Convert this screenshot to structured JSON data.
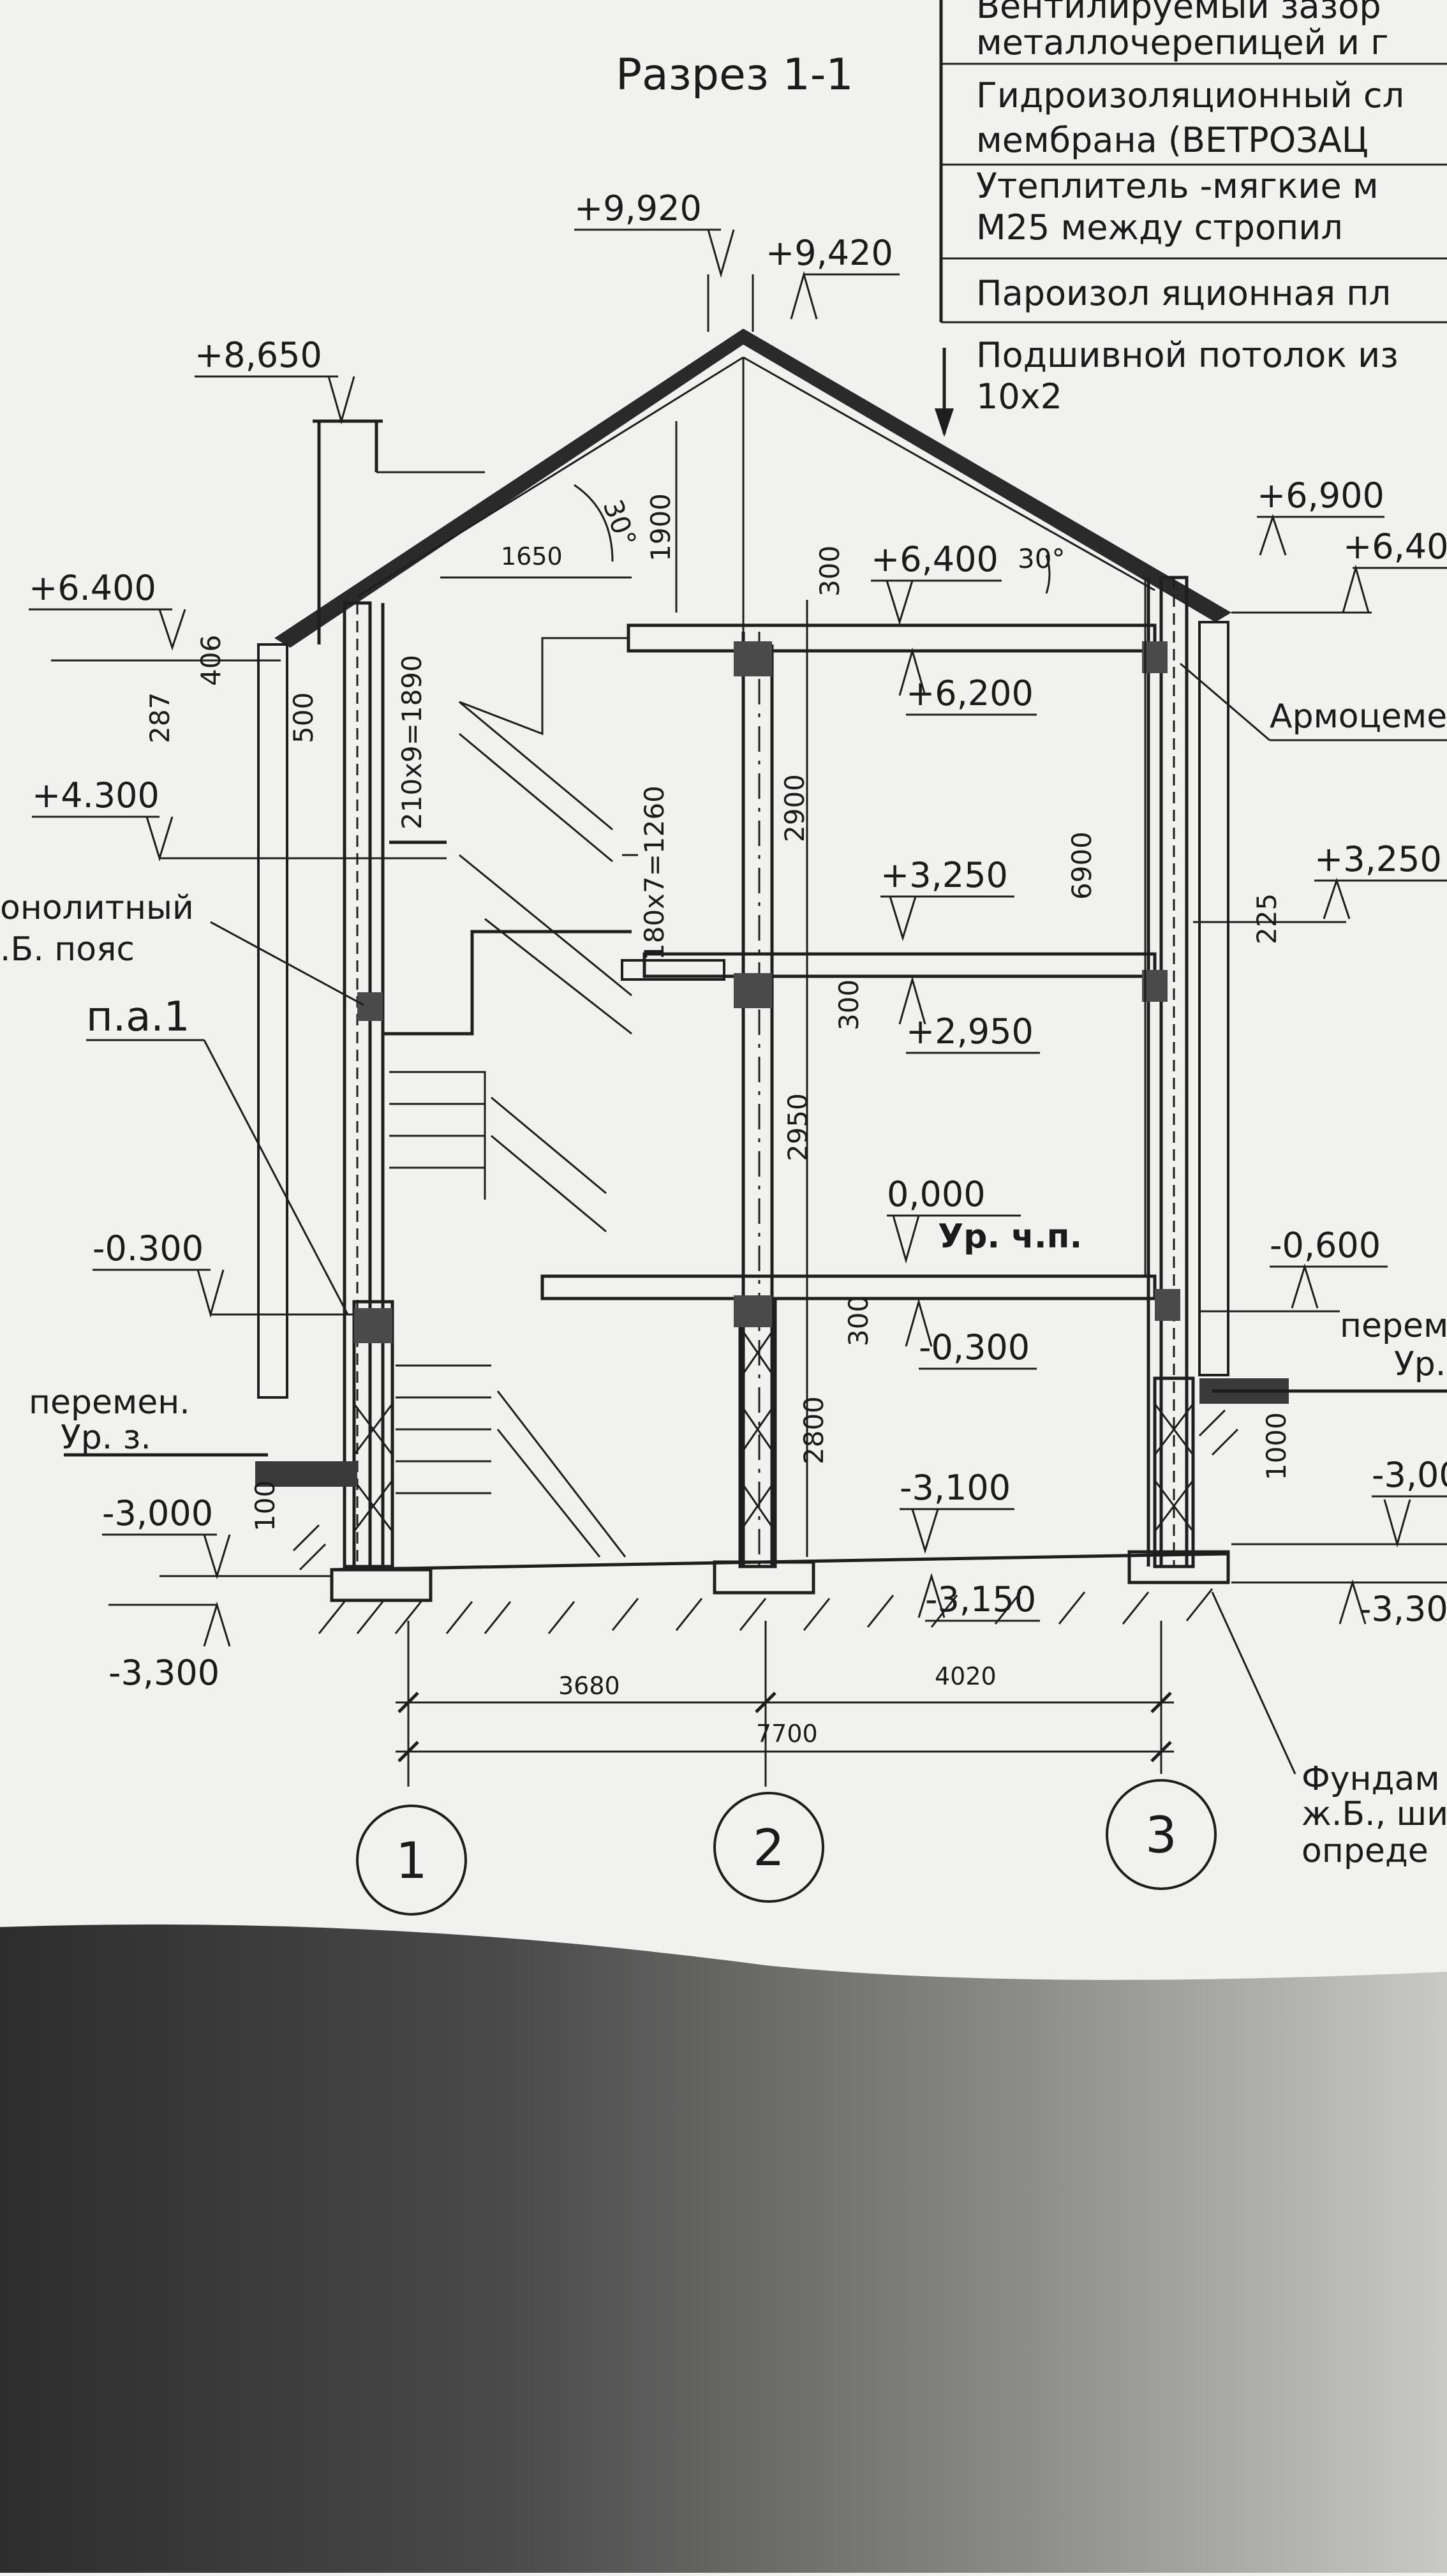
{
  "title": "Разрез 1-1",
  "legend": [
    "Вентилируемый зазор",
    "металлочерепицей и г",
    "Гидроизоляционный сл",
    "мембрана (ВЕТРОЗАЦ",
    "Утеплитель -мягкие м",
    "М25 между стропил",
    "Пароизол яционная пл",
    "Подшивной потолок из",
    "10x2"
  ],
  "elevations": {
    "ridge_top": "+9,920",
    "ridge_eave": "+9,420",
    "chimney_top": "+8,650",
    "left_6400": "+6.400",
    "attic_floor": "+6,400",
    "right_6900": "+6,900",
    "right_6400": "+6,40",
    "ceiling_6200": "+6,200",
    "left_4300": "+4.300",
    "floor_3250": "+3,250",
    "right_3250": "+3,250",
    "ceiling_2950": "+2,950",
    "zero": "0,000",
    "zero_label": "Ур. ч.п.",
    "left_m300": "-0.300",
    "right_m600": "-0,600",
    "basement_ceiling": "-0,300",
    "left_m3000": "-3,000",
    "left_m3300": "-3,300",
    "basement_floor": "-3,100",
    "footing": "-3,150",
    "right_m3000": "-3,00",
    "right_m3300": "-3,30"
  },
  "notes": {
    "monolith_1": "онолитный",
    "monolith_2": ".Б. пояс",
    "pa1": "п.а.1",
    "armo": "Армоцеме",
    "ground_left_1": "перемен.",
    "ground_left_2": "Ур. з.",
    "ground_right_1": "перем",
    "ground_right_2": "Ур.",
    "found_1": "Фундам",
    "found_2": "ж.Б., ши",
    "found_3": "опреде"
  },
  "dims": {
    "d1650": "1650",
    "d1900": "1900",
    "roof_angle_1": "30°",
    "roof_angle_2": "30°",
    "stair_top": "210x9=1890",
    "stair_mid": "180x7=1260",
    "d300_top": "300",
    "d2900": "2900",
    "d6900": "6900",
    "d300_mid": "300",
    "d2950": "2950",
    "d300_low": "300",
    "d2800": "2800",
    "d406": "406",
    "d287": "287",
    "d500": "500",
    "d225": "225",
    "d1000_right": "1000",
    "d1000_left": "100",
    "span_1_2": "3680",
    "span_2_3": "4020",
    "span_total": "7700"
  },
  "axes": [
    "1",
    "2",
    "3"
  ]
}
